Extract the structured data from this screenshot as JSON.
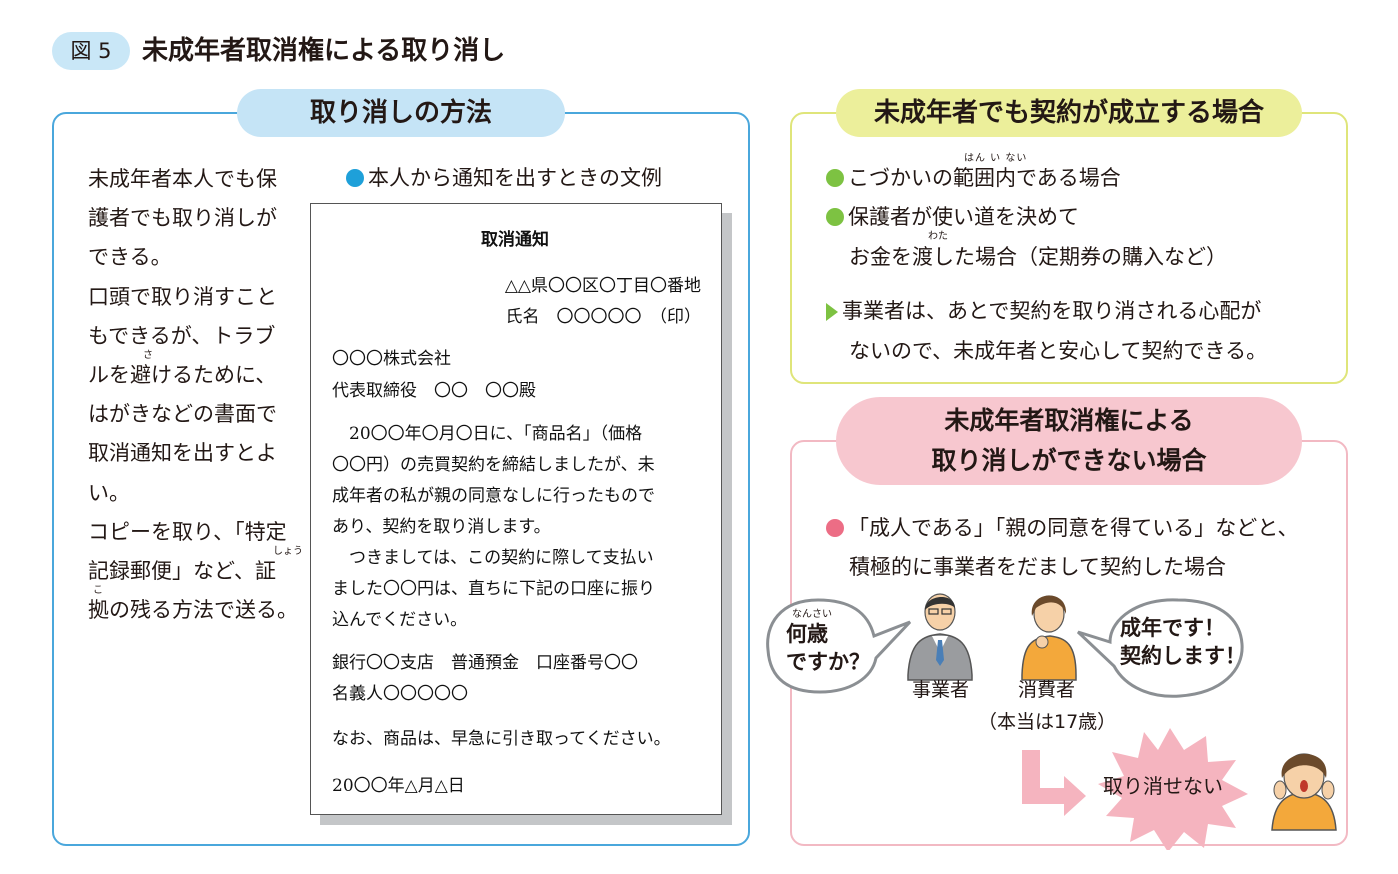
{
  "header": {
    "figure_label": "図 5",
    "title": "未成年者取消権による取り消し"
  },
  "left_panel": {
    "heading": "取り消しの方法",
    "explanation_lines": [
      "未成年者本人でも保",
      "護者でも取り消しが",
      "できる。",
      "口頭で取り消すこと",
      "もできるが、トラブ",
      "ルを避けるために、",
      "はがきなどの書面で",
      "取消通知を出すとよ",
      "い。",
      "コピーを取り、「特定",
      "記録郵便」など、証",
      "拠の残る方法で送る。"
    ],
    "ruby_sa": "さ",
    "ruby_shou": "しょう",
    "ruby_ko": "こ",
    "letter_label": "本人から通知を出すときの文例",
    "letter": {
      "title": "取消通知",
      "address": "△△県〇〇区〇丁目〇番地",
      "name_line": "氏名　〇〇〇〇〇　（印）",
      "company": "〇〇〇株式会社",
      "representative": "代表取締役　〇〇　〇〇殿",
      "body": [
        "　20〇〇年〇月〇日に、「商品名」（価格",
        "〇〇円）の売買契約を締結しましたが、未",
        "成年者の私が親の同意なしに行ったもので",
        "あり、契約を取り消します。",
        "　つきましては、この契約に際して支払い",
        "ました〇〇円は、直ちに下記の口座に振り",
        "込んでください。"
      ],
      "bank_line1": "銀行〇〇支店　普通預金　口座番号〇〇",
      "bank_line2": "名義人〇〇〇〇〇",
      "request": "なお、商品は、早急に引き取ってください。",
      "date": "20〇〇年△月△日"
    }
  },
  "right_top_panel": {
    "heading": "未成年者でも契約が成立する場合",
    "items": [
      "こづかいの範囲内である場合",
      "保護者が使い道を決めて"
    ],
    "item2_cont": "お金を渡した場合（定期券の購入など）",
    "ruby_hanini": "はん い ない",
    "ruby_wata": "わた",
    "note_lines": [
      "事業者は、あとで契約を取り消される心配が",
      "ないので、未成年者と安心して契約できる。"
    ]
  },
  "right_bottom_panel": {
    "heading_lines": [
      "未成年者取消権による",
      "取り消しができない場合"
    ],
    "item_lines": [
      "「成人である」「親の同意を得ている」などと、",
      "積極的に事業者をだまして契約した場合"
    ],
    "left_bubble": [
      "何歳",
      "ですか？"
    ],
    "ruby_nansai": "なんさい",
    "right_bubble": [
      "成年です！",
      "契約します！"
    ],
    "label_business": "事業者",
    "label_consumer": "消費者",
    "consumer_note": "（本当は17歳）",
    "result": "取り消せない"
  },
  "colors": {
    "left_border": "#4aa7dc",
    "left_pill": "#c5e4f6",
    "right_top_border": "#dfe57a",
    "right_top_pill": "#ecef9b",
    "right_bottom_border": "#f2b9c3",
    "right_bottom_pill": "#f7c7cf",
    "green_bullet": "#7dc242",
    "blue_bullet": "#1ea0d9",
    "pink_bullet": "#ec6d85"
  }
}
